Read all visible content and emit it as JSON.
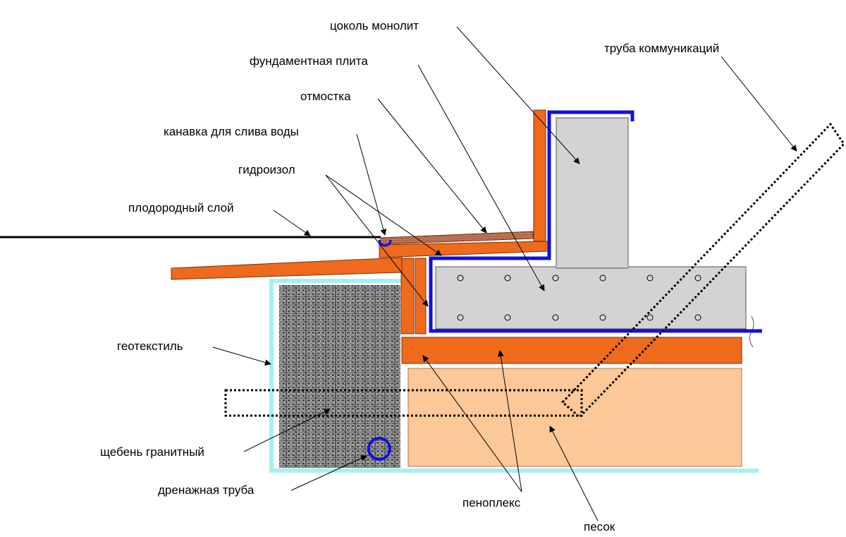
{
  "labels": {
    "plinth": "цоколь монолит",
    "slab": "фундаментная плита",
    "blind_area": "отмостка",
    "pipe_utility": "труба коммуникаций",
    "drain_groove": "канавка для слива воды",
    "waterproofing": "гидроизол",
    "topsoil": "плодородный слой",
    "geotextile": "геотекстиль",
    "gravel": "щебень гранитный",
    "drain_pipe": "дренажная труба",
    "penoplex": "пеноплекс",
    "sand": "песок"
  },
  "colors": {
    "concrete": "#d3d3d3",
    "penoplex": "#ee6a1c",
    "sand": "#fdc898",
    "waterproofing": "#1010dd",
    "geotextile": "#a8f0f0",
    "gravel": "#555555",
    "tile": "#c87a5a"
  }
}
